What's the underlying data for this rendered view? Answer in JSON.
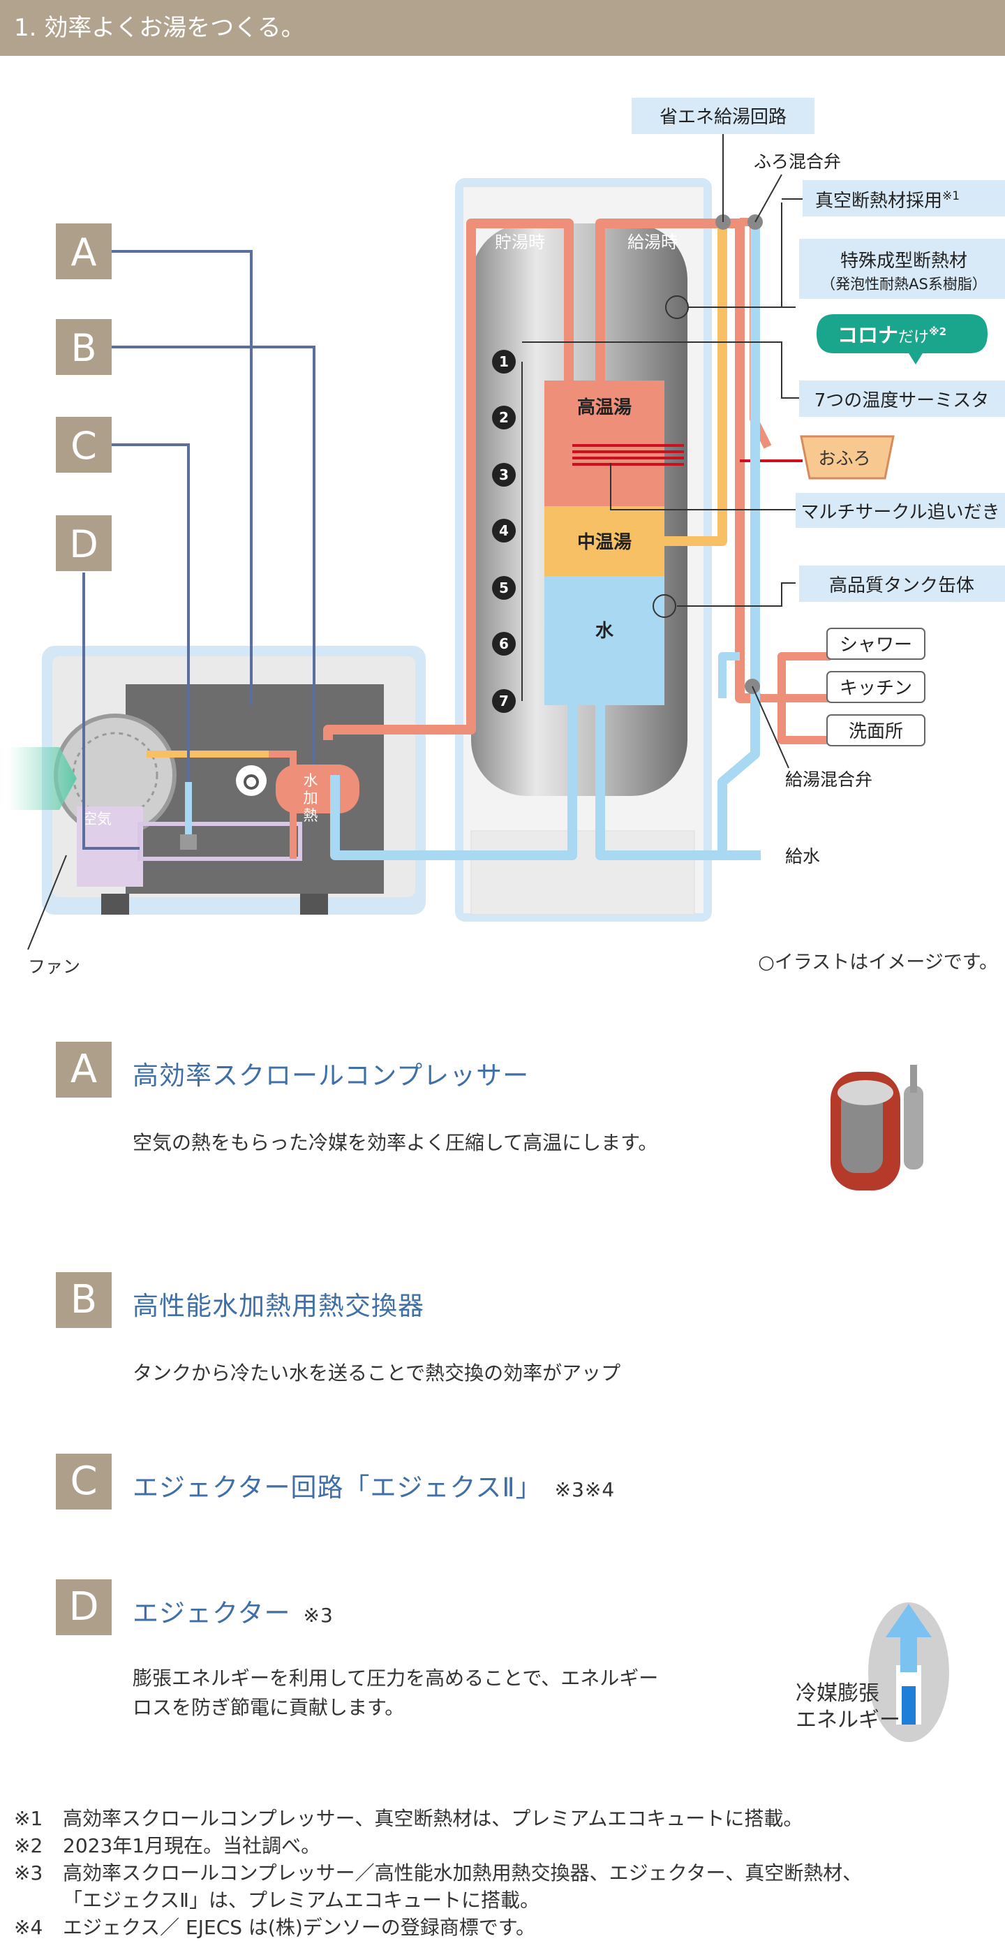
{
  "section_title": "1. 効率よくお湯をつくる。",
  "diagram": {
    "letters": [
      "A",
      "B",
      "C",
      "D"
    ],
    "callouts": {
      "energy_saving_circuit": "省エネ給湯回路",
      "bath_mixing_valve": "ふろ混合弁",
      "vacuum_insulation": "真空断熱材採用",
      "vacuum_insulation_note": "※1",
      "special_insulation_1": "特殊成型断熱材",
      "special_insulation_2": "（発泡性耐熱AS系樹脂）",
      "corona_only": "コロナ",
      "corona_only_suffix": "だけ",
      "corona_only_note": "※2",
      "thermistors": "7つの温度サーミスタ",
      "bath": "おふろ",
      "multicircle": "マルチサークル追いだき",
      "tank_quality": "高品質タンク缶体",
      "shower": "シャワー",
      "kitchen": "キッチン",
      "washroom": "洗面所",
      "mixing_valve": "給湯混合弁",
      "water_supply": "給水",
      "storing": "貯湯時",
      "supplying": "給湯時",
      "hot_water": "高温湯",
      "medium_water": "中温湯",
      "water": "水",
      "water_heating": "水加熱",
      "air": "空気"
    },
    "thermistor_numbers": [
      "1",
      "2",
      "3",
      "4",
      "5",
      "6",
      "7"
    ],
    "fan": "ファン",
    "disclaimer": "○イラストはイメージです。"
  },
  "features": [
    {
      "letter": "A",
      "title": "高効率スクロールコンプレッサー",
      "note": "",
      "desc": "空気の熱をもらった冷媒を効率よく圧縮して高温にします。"
    },
    {
      "letter": "B",
      "title": "高性能水加熱用熱交換器",
      "note": "",
      "desc": "タンクから冷たい水を送ることで熱交換の効率がアップ"
    },
    {
      "letter": "C",
      "title": "エジェクター回路「エジェクスⅡ」",
      "note": "※3※4",
      "desc": ""
    },
    {
      "letter": "D",
      "title": "エジェクター",
      "note": "※3",
      "desc": "膨張エネルギーを利用して圧力を高めることで、エネルギー\nロスを防ぎ節電に貢献します。"
    }
  ],
  "ejector_label": "冷媒膨張\nエネルギー",
  "footnotes": [
    {
      "mark": "※1",
      "text": "高効率スクロールコンプレッサー、真空断熱材は、プレミアムエコキュートに搭載。"
    },
    {
      "mark": "※2",
      "text": "2023年1月現在。当社調べ。"
    },
    {
      "mark": "※3",
      "text": "高効率スクロールコンプレッサー／高性能水加熱用熱交換器、エジェクター、真空断熱材、"
    },
    {
      "mark": "",
      "text": "「エジェクスⅡ」は、プレミアムエコキュートに搭載。"
    },
    {
      "mark": "※4",
      "text": "エジェクス／ EJECS は(株)デンソーの登録商標です。"
    }
  ],
  "colors": {
    "header": "#b2a38e",
    "letter_box": "#ad9f8a",
    "title_blue": "#3f6fa7",
    "hot": "#ee8f7a",
    "medium": "#f7c064",
    "cold": "#a9d8f2",
    "line_blue": "#5a6f9e",
    "corona_green": "#1aa68c"
  }
}
